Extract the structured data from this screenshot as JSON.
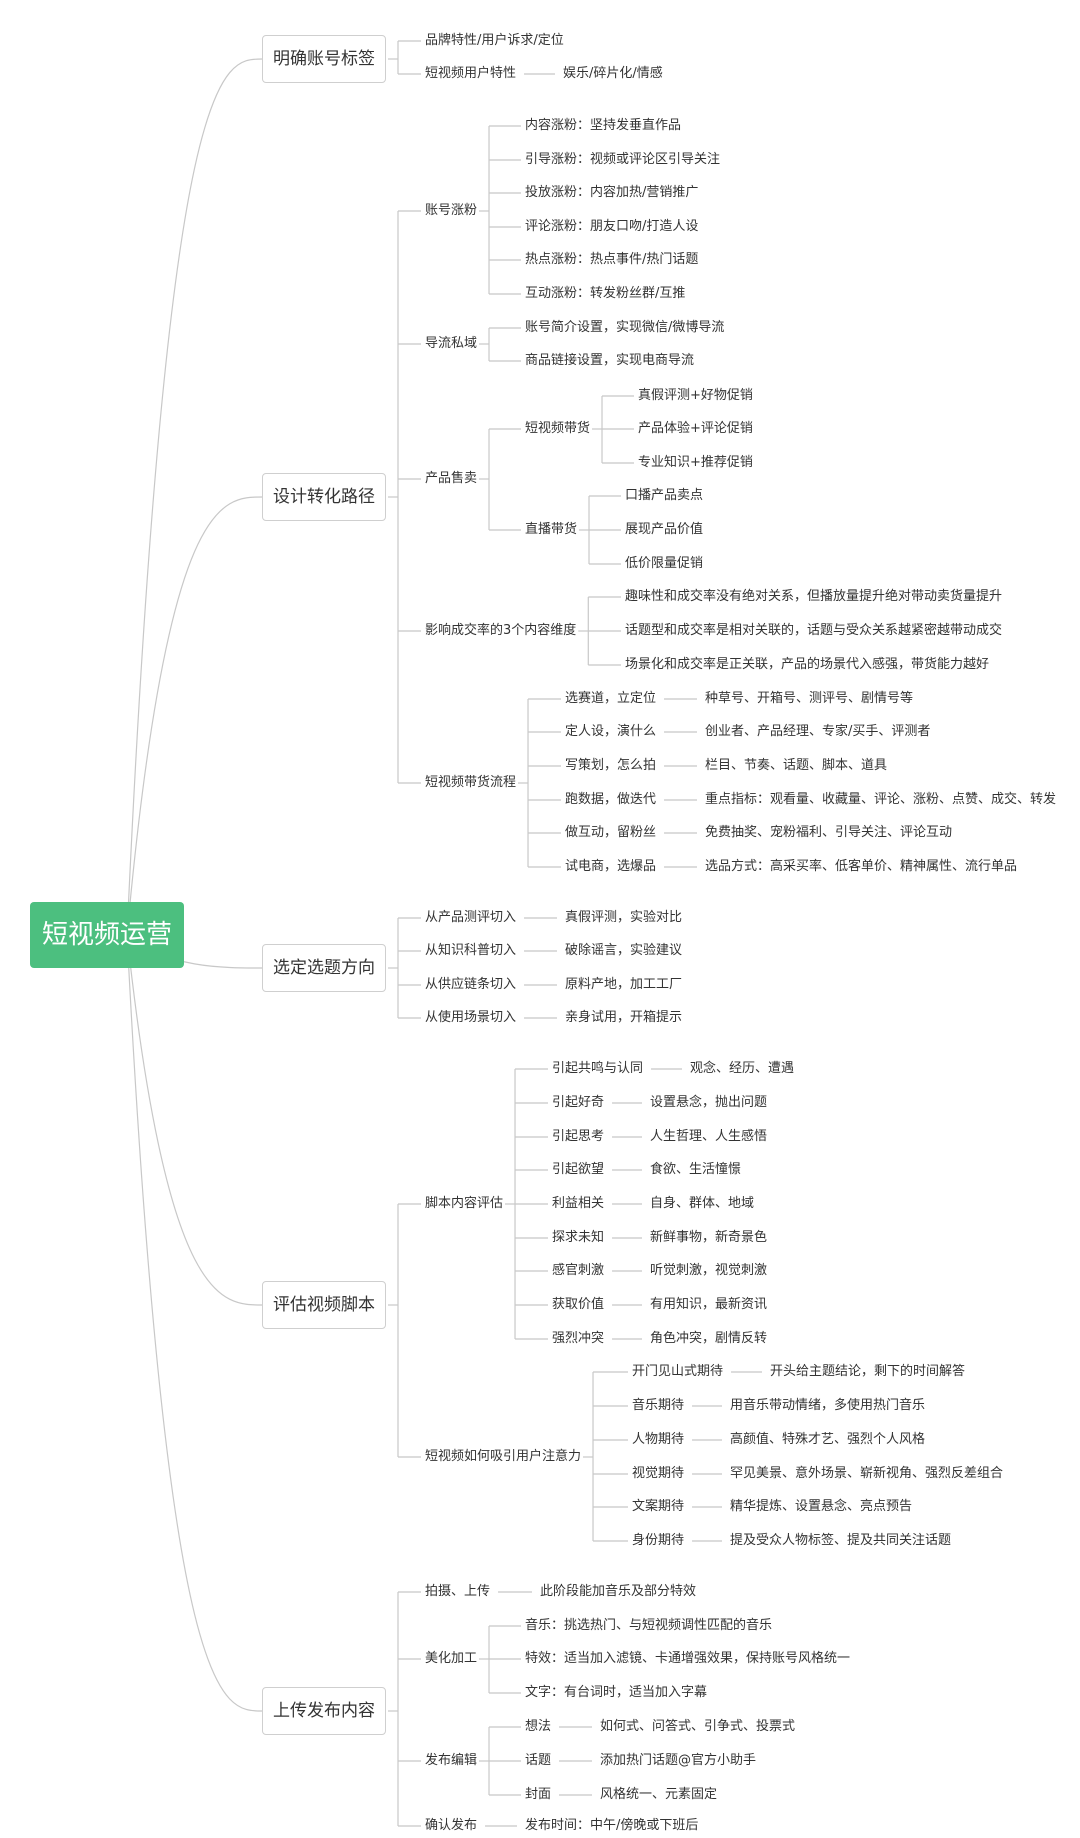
{
  "root": {
    "label": "短视频运营"
  },
  "branches": [
    {
      "label": "明确账号标签",
      "children": [
        {
          "label": "品牌特性/用户诉求/定位"
        },
        {
          "label": "短视频用户特性",
          "detail": "娱乐/碎片化/情感"
        }
      ]
    },
    {
      "label": "设计转化路径",
      "children": [
        {
          "label": "账号涨粉",
          "children": [
            {
              "label": "内容涨粉：坚持发垂直作品"
            },
            {
              "label": "引导涨粉：视频或评论区引导关注"
            },
            {
              "label": "投放涨粉：内容加热/营销推广"
            },
            {
              "label": "评论涨粉：朋友口吻/打造人设"
            },
            {
              "label": "热点涨粉：热点事件/热门话题"
            },
            {
              "label": "互动涨粉：转发粉丝群/互推"
            }
          ]
        },
        {
          "label": "导流私域",
          "children": [
            {
              "label": "账号简介设置，实现微信/微博导流"
            },
            {
              "label": "商品链接设置，实现电商导流"
            }
          ]
        },
        {
          "label": "产品售卖",
          "children": [
            {
              "label": "短视频带货",
              "children": [
                {
                  "label": "真假评测+好物促销"
                },
                {
                  "label": "产品体验+评论促销"
                },
                {
                  "label": "专业知识+推荐促销"
                }
              ]
            },
            {
              "label": "直播带货",
              "children": [
                {
                  "label": "口播产品卖点"
                },
                {
                  "label": "展现产品价值"
                },
                {
                  "label": "低价限量促销"
                }
              ]
            }
          ]
        },
        {
          "label": "影响成交率的3个内容维度",
          "children": [
            {
              "label": "趣味性和成交率没有绝对关系，但播放量提升绝对带动卖货量提升"
            },
            {
              "label": "话题型和成交率是相对关联的，话题与受众关系越紧密越带动成交"
            },
            {
              "label": "场景化和成交率是正关联，产品的场景代入感强，带货能力越好"
            }
          ]
        },
        {
          "label": "短视频带货流程",
          "children": [
            {
              "label": "选赛道，立定位",
              "detail": "种草号、开箱号、测评号、剧情号等"
            },
            {
              "label": "定人设，演什么",
              "detail": "创业者、产品经理、专家/买手、评测者"
            },
            {
              "label": "写策划，怎么拍",
              "detail": "栏目、节奏、话题、脚本、道具"
            },
            {
              "label": "跑数据，做迭代",
              "detail": "重点指标：观看量、收藏量、评论、涨粉、点赞、成交、转发"
            },
            {
              "label": "做互动，留粉丝",
              "detail": "免费抽奖、宠粉福利、引导关注、评论互动"
            },
            {
              "label": "试电商，选爆品",
              "detail": "选品方式：高采买率、低客单价、精神属性、流行单品"
            }
          ]
        }
      ]
    },
    {
      "label": "选定选题方向",
      "children": [
        {
          "label": "从产品测评切入",
          "detail": "真假评测，实验对比"
        },
        {
          "label": "从知识科普切入",
          "detail": "破除谣言，实验建议"
        },
        {
          "label": "从供应链条切入",
          "detail": "原料产地，加工工厂"
        },
        {
          "label": "从使用场景切入",
          "detail": "亲身试用，开箱提示"
        }
      ]
    },
    {
      "label": "评估视频脚本",
      "children": [
        {
          "label": "脚本内容评估",
          "children": [
            {
              "label": "引起共鸣与认同",
              "detail": "观念、经历、遭遇"
            },
            {
              "label": "引起好奇",
              "detail": "设置悬念，抛出问题"
            },
            {
              "label": "引起思考",
              "detail": "人生哲理、人生感悟"
            },
            {
              "label": "引起欲望",
              "detail": "食欲、生活憧憬"
            },
            {
              "label": "利益相关",
              "detail": "自身、群体、地域"
            },
            {
              "label": "探求未知",
              "detail": "新鲜事物，新奇景色"
            },
            {
              "label": "感官刺激",
              "detail": "听觉刺激，视觉刺激"
            },
            {
              "label": "获取价值",
              "detail": "有用知识，最新资讯"
            },
            {
              "label": "强烈冲突",
              "detail": "角色冲突，剧情反转"
            }
          ]
        },
        {
          "label": "短视频如何吸引用户注意力",
          "children": [
            {
              "label": "开门见山式期待",
              "detail": "开头给主题结论，剩下的时间解答"
            },
            {
              "label": "音乐期待",
              "detail": "用音乐带动情绪，多使用热门音乐"
            },
            {
              "label": "人物期待",
              "detail": "高颜值、特殊才艺、强烈个人风格"
            },
            {
              "label": "视觉期待",
              "detail": "罕见美景、意外场景、崭新视角、强烈反差组合"
            },
            {
              "label": "文案期待",
              "detail": "精华提炼、设置悬念、亮点预告"
            },
            {
              "label": "身份期待",
              "detail": "提及受众人物标签、提及共同关注话题"
            }
          ]
        }
      ]
    },
    {
      "label": "上传发布内容",
      "children": [
        {
          "label": "拍摄、上传",
          "detail": "此阶段能加音乐及部分特效"
        },
        {
          "label": "美化加工",
          "children": [
            {
              "label": "音乐：挑选热门、与短视频调性匹配的音乐"
            },
            {
              "label": "特效：适当加入滤镜、卡通增强效果，保持账号风格统一"
            },
            {
              "label": "文字：有台词时，适当加入字幕"
            }
          ]
        },
        {
          "label": "发布编辑",
          "children": [
            {
              "label": "想法",
              "detail": "如何式、问答式、引争式、投票式"
            },
            {
              "label": "话题",
              "detail": "添加热门话题@官方小助手"
            },
            {
              "label": "封面",
              "detail": "风格统一、元素固定"
            }
          ]
        },
        {
          "label": "确认发布",
          "detail": "发布时间：中午/傍晚或下班后"
        }
      ]
    }
  ],
  "colors": {
    "root_bg": "#4cbf7f",
    "line": "#c8c8c8",
    "text": "#333333"
  }
}
